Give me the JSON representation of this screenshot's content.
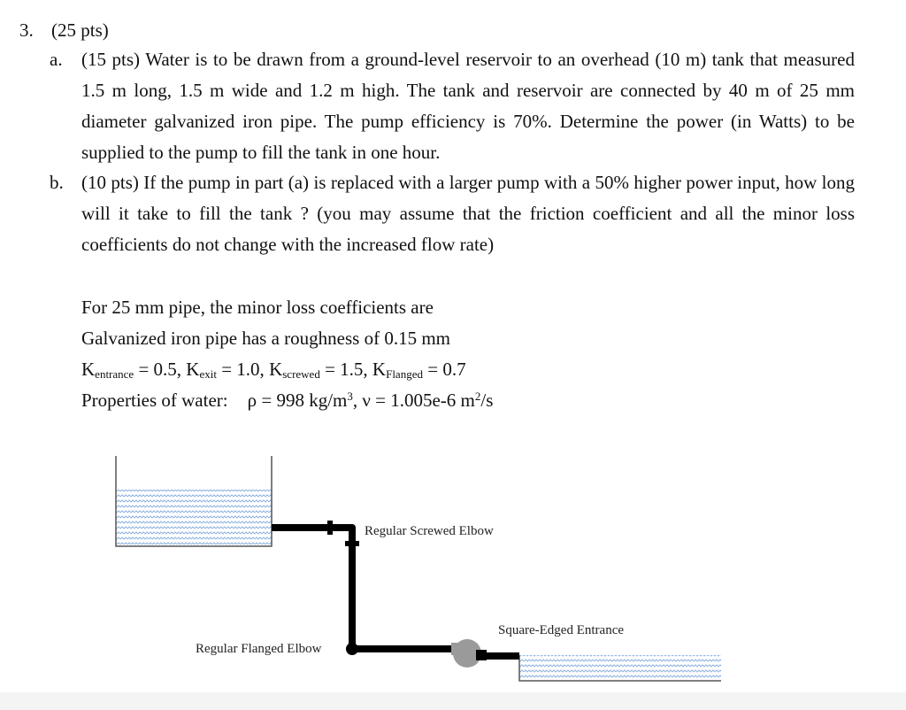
{
  "question": {
    "number": "3.",
    "points": "(25 pts)"
  },
  "parts": [
    {
      "label": "a.",
      "text": "(15 pts) Water is to be drawn from a ground-level reservoir to an overhead (10 m) tank that measured 1.5 m long, 1.5 m wide and 1.2 m high.   The tank and reservoir are connected by 40 m of 25 mm diameter galvanized iron pipe.   The pump efficiency is 70%.   Determine the power (in Watts) to be supplied to the pump to fill the tank in one hour."
    },
    {
      "label": "b.",
      "text": "(10 pts) If the pump in part (a) is replaced with a larger pump with a 50% higher power input, how long will it take to fill the tank ? (you may assume that the friction coefficient and all the minor loss coefficients do not change with the increased flow rate)"
    }
  ],
  "given": {
    "line1": "For 25 mm pipe, the minor loss coefficients are",
    "line2": "Galvanized iron pipe has a roughness of 0.15 mm",
    "k": {
      "k_sym": "K",
      "entrance_sub": "entrance",
      "entrance_val": " = 0.5, ",
      "exit_sub": "exit",
      "exit_val": " = 1.0, ",
      "screwed_sub": "screwed",
      "screwed_val": " = 1.5, ",
      "flanged_sub": "Flanged",
      "flanged_val": " = 0.7"
    },
    "props": {
      "label": "Properties of water:",
      "rho": "ρ = 998 kg/m",
      "rho_exp": "3",
      "nu": ", ν = 1.005e-6 m",
      "nu_exp": "2",
      "nu_tail": "/s"
    }
  },
  "diagram": {
    "labels": {
      "screwed": "Regular Screwed Elbow",
      "flanged": "Regular Flanged Elbow",
      "entrance": "Square-Edged Entrance"
    },
    "colors": {
      "pipe": "#000000",
      "water": "#8fb3e0",
      "pump": "#9a9a9a"
    }
  }
}
